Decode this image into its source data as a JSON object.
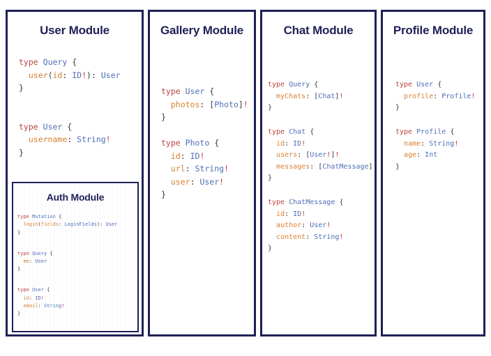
{
  "page": {
    "background": "#ffffff",
    "border_color": "#1f2057",
    "title_color": "#1f2057"
  },
  "syntax_colors": {
    "keyword": "#b9453f",
    "type_name": "#4f6fb5",
    "field": "#d98032",
    "argument": "#d98032",
    "type": "#4f6fb5",
    "non_null_bang": "#c0392b",
    "punctuation": "#3a3a3a"
  },
  "panels": [
    {
      "id": "user",
      "title": "User Module",
      "code_lines": [
        "type Query {",
        "  user(id: ID!): User",
        "}",
        "",
        "",
        "type User {",
        "  username: String!",
        "}"
      ],
      "nested": {
        "id": "auth",
        "title": "Auth Module",
        "code_lines": [
          "type Mutation {",
          "  login(fields: LoginFields): User",
          "}",
          "",
          "type Query {",
          "  me: User",
          "}",
          "",
          "type User {",
          "  id: ID!",
          "  email: String!",
          "}"
        ]
      }
    },
    {
      "id": "gallery",
      "title": "Gallery Module",
      "code_lines": [
        "type User {",
        "  photos: [Photo]!",
        "}",
        "",
        "type Photo {",
        "  id: ID!",
        "  url: String!",
        "  user: User!",
        "}"
      ]
    },
    {
      "id": "chat",
      "title": "Chat Module",
      "code_lines": [
        "type Query {",
        "  myChats: [Chat]!",
        "}",
        "",
        "type Chat {",
        "  id: ID!",
        "  users: [User!]!",
        "  messages: [ChatMessage]!",
        "}",
        "",
        "type ChatMessage {",
        "  id: ID!",
        "  author: User!",
        "  content: String!",
        "}"
      ]
    },
    {
      "id": "profile",
      "title": "Profile Module",
      "code_lines": [
        "type User {",
        "  profile: Profile!",
        "}",
        "",
        "type Profile {",
        "  name: String!",
        "  age: Int",
        "}"
      ]
    }
  ]
}
